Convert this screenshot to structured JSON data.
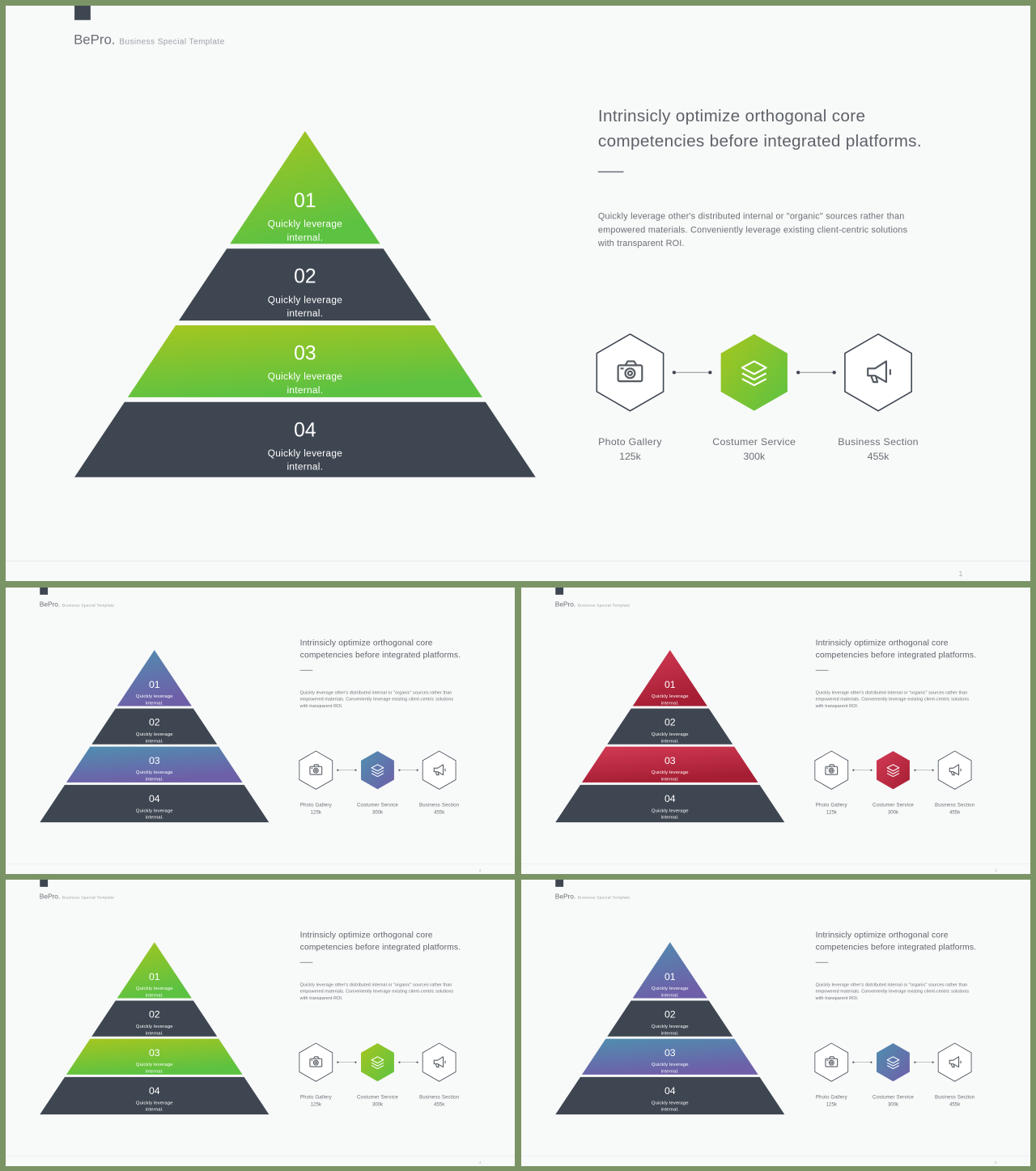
{
  "brand": {
    "name": "BePro.",
    "tagline": "Business  Special  Template"
  },
  "heading": [
    "Intrinsicly optimize orthogonal core",
    "competencies before integrated platforms."
  ],
  "body": [
    "Quickly leverage other's distributed internal or \"organic\" sources rather than",
    "empowered materials. Conveniently leverage existing client-centric solutions",
    "with transparent ROI."
  ],
  "pyramid": [
    {
      "num": "01",
      "line1": "Quickly leverage",
      "line2": "internal."
    },
    {
      "num": "02",
      "line1": "Quickly leverage",
      "line2": "internal."
    },
    {
      "num": "03",
      "line1": "Quickly leverage",
      "line2": "internal."
    },
    {
      "num": "04",
      "line1": "Quickly leverage",
      "line2": "internal."
    }
  ],
  "features": [
    {
      "icon": "camera-icon",
      "label": "Photo Gallery",
      "value": "125k"
    },
    {
      "icon": "layers-icon",
      "label": "Costumer Service",
      "value": "300k"
    },
    {
      "icon": "megaphone-icon",
      "label": "Business Section",
      "value": "455k"
    }
  ],
  "colors": {
    "dark": "#3e4651",
    "frame": "#7b9466",
    "green": [
      "#a6c61f",
      "#5cc242"
    ],
    "blue": [
      "#4f8fb0",
      "#6e5fa8"
    ],
    "red": [
      "#d33b55",
      "#a51e33"
    ]
  },
  "slides": [
    {
      "theme": "green",
      "page": "1"
    },
    {
      "theme": "blue",
      "page": "2"
    },
    {
      "theme": "red",
      "page": "3"
    },
    {
      "theme": "green",
      "page": "4"
    },
    {
      "theme": "blue",
      "page": "5"
    }
  ]
}
